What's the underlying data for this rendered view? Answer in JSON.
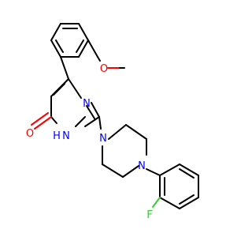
{
  "molecule": {
    "atoms": {
      "ketone_oxygen": {
        "text": "O",
        "color": "#ff0000"
      },
      "nh_nitrogen": {
        "text": "N",
        "color": "#0000ff"
      },
      "nh_hydrogen": {
        "text": "H",
        "color": "#0000ff"
      },
      "pyrimidine_n3": {
        "text": "N",
        "color": "#0000ff"
      },
      "piperazine_n1": {
        "text": "N",
        "color": "#0000ff"
      },
      "piperazine_n4": {
        "text": "N",
        "color": "#0000ff"
      },
      "ether_oxygen": {
        "text": "O",
        "color": "#ff0000"
      },
      "fluorine": {
        "text": "F",
        "color": "#33cc33"
      }
    },
    "colors": {
      "carbon_bond": "#000000",
      "oxygen": "#ff0000",
      "nitrogen": "#0000ff",
      "fluorine": "#33cc33",
      "background": "#ffffff"
    }
  }
}
